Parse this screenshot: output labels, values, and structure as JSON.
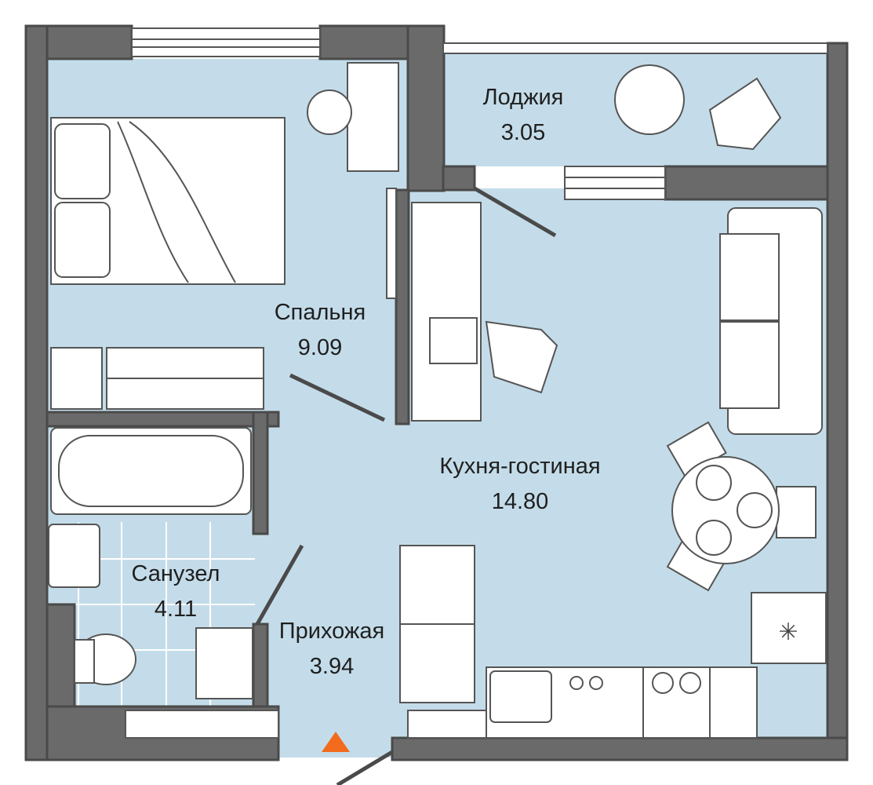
{
  "rooms": [
    {
      "name": "Лоджия",
      "area": "3.05"
    },
    {
      "name": "Спальня",
      "area": "9.09"
    },
    {
      "name": "Кухня-гостиная",
      "area": "14.80"
    },
    {
      "name": "Санузел",
      "area": "4.11"
    },
    {
      "name": "Прихожая",
      "area": "3.94"
    }
  ],
  "colors": {
    "floor": "#c4dce9",
    "wall": "#6a6a6a",
    "entrance_marker": "#f26a1b"
  },
  "icons": [
    "entrance-arrow-icon",
    "snowflake-icon"
  ]
}
